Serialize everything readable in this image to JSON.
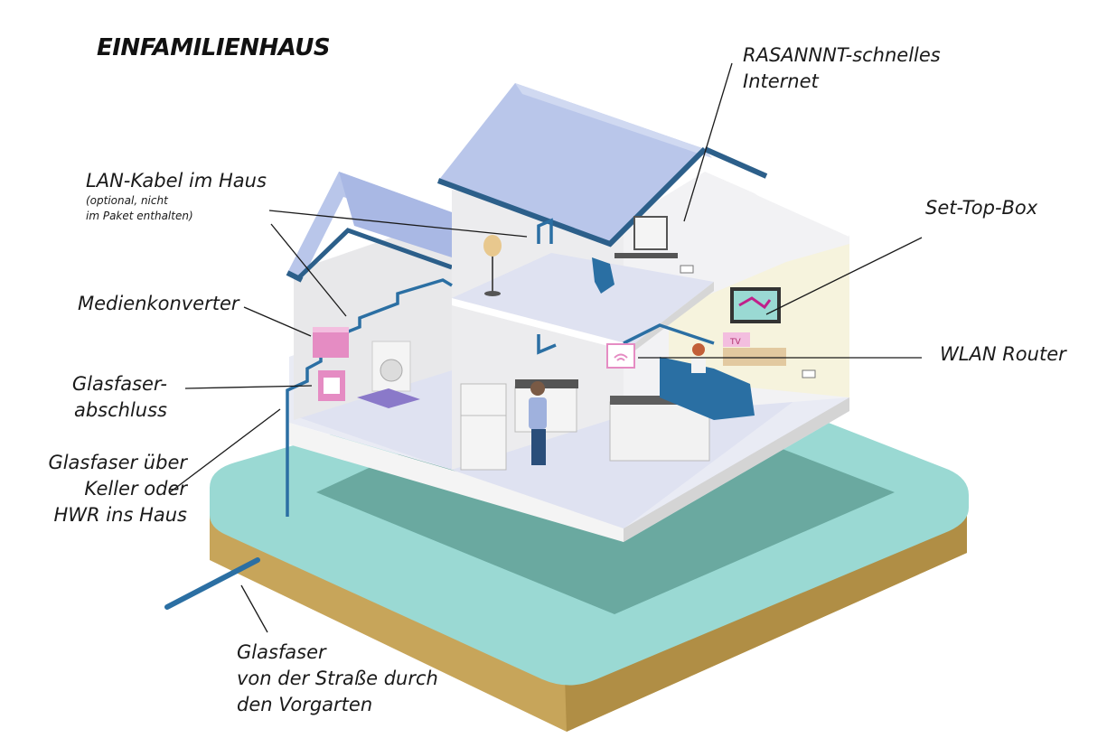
{
  "title": "EINFAMILIENHAUS",
  "labels": {
    "internet": [
      "RASANNNT-schnelles",
      "Internet"
    ],
    "lan": "LAN-Kabel im Haus",
    "lan_note": [
      "(optional, nicht",
      "im Paket enthalten)"
    ],
    "settop": "Set-Top-Box",
    "medien": "Medienkonverter",
    "wlan": "WLAN Router",
    "glasfaser_abschluss": [
      "Glasfaser-",
      "abschluss"
    ],
    "glasfaser_keller": [
      "Glasfaser über",
      "Keller oder",
      "HWR ins Haus"
    ],
    "glasfaser_strasse": [
      "Glasfaser",
      "von der Straße durch",
      "den Vorgarten"
    ]
  },
  "device_labels": {
    "tv": "TV"
  },
  "colors": {
    "roof": "#b9c6ea",
    "roof_edge": "#2c5f8a",
    "cable": "#2b6fa3",
    "lawn": "#9ad9d3",
    "lawn_inner": "#6aa9a0",
    "soil": "#c7a55a",
    "floor": "#dfe2f1",
    "wall": "#e6e6e6",
    "device_pink": "#e58cc3"
  }
}
